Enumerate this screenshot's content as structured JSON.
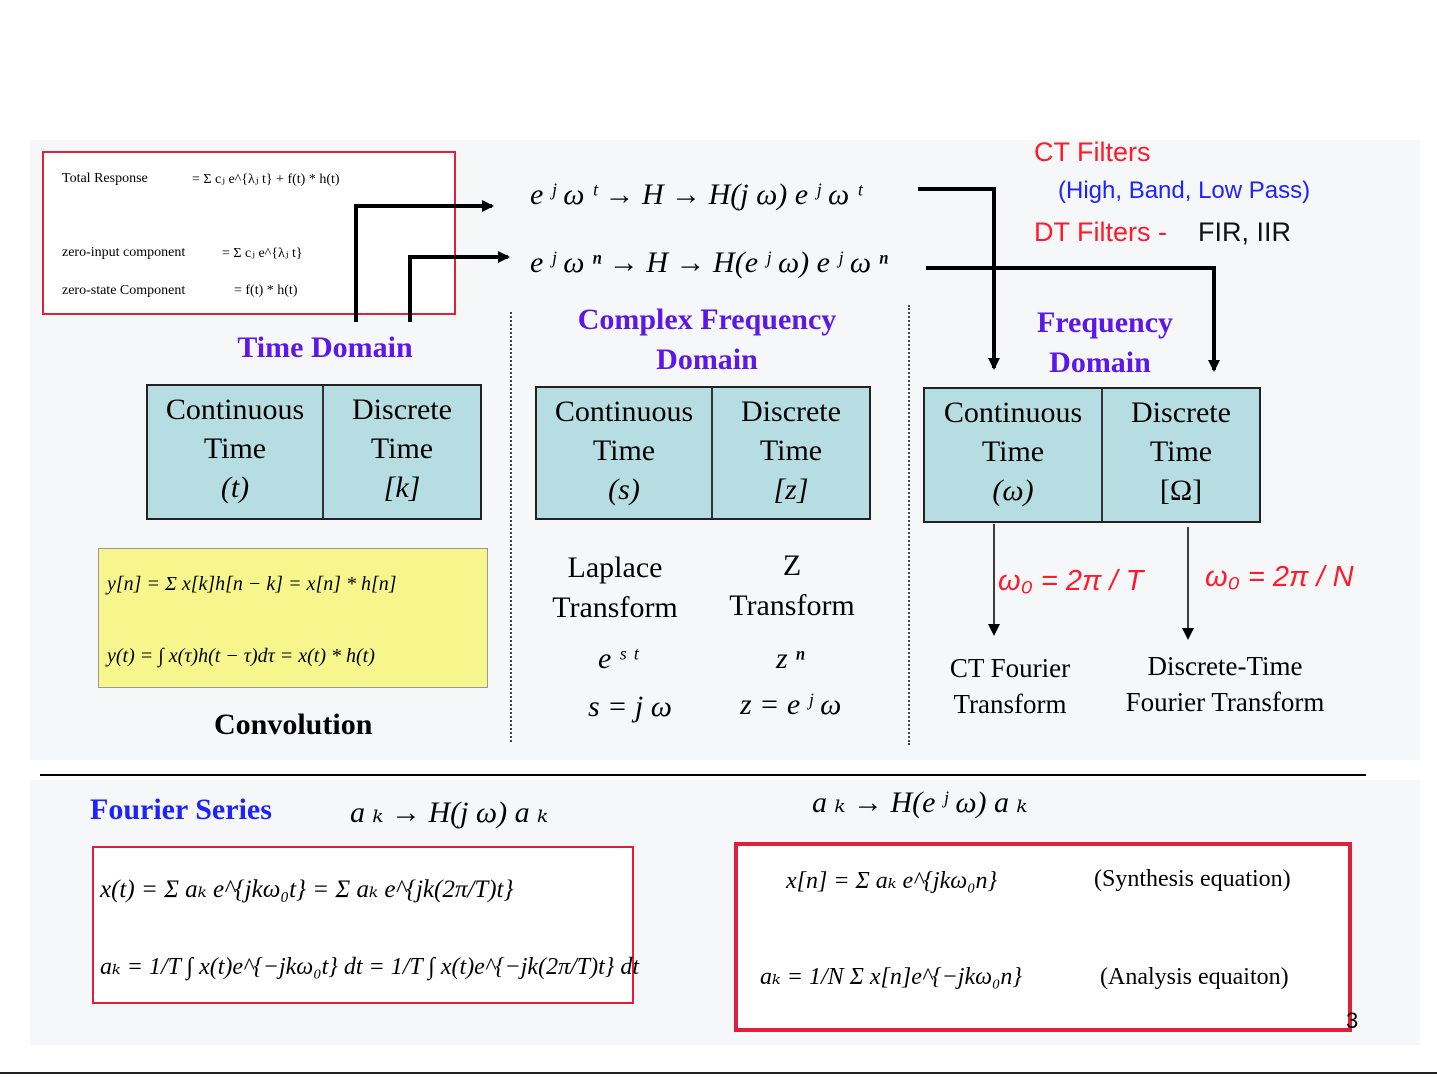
{
  "top_left_box": {
    "line1_label": "Total Response",
    "line1_eq": "=  Σ  cⱼ e^{λⱼ t}  +  f(t) * h(t)",
    "line2_label": "zero-input component",
    "line2_eq": "=  Σ  cⱼ e^{λⱼ t}",
    "line3_label": "zero-state Component",
    "line3_eq": "=  f(t) * h(t)"
  },
  "eigen": {
    "ct": "e ʲ ω ᵗ → H → H(j ω) e ʲ ω ᵗ",
    "dt": "e ʲ ω ⁿ → H → H(e ʲ ω) e ʲ ω ⁿ"
  },
  "filters": {
    "ct_label": "CT Filters",
    "ct_types": "(High, Band, Low Pass)",
    "dt_label": "DT Filters -",
    "dt_types": "FIR, IIR"
  },
  "sections": {
    "time": {
      "title": "Time Domain",
      "ct_line1": "Continuous",
      "ct_line2": "Time",
      "ct_var": "(t)",
      "dt_line1": "Discrete",
      "dt_line2": "Time",
      "dt_var": "[k]"
    },
    "complex": {
      "title_line1": "Complex Frequency",
      "title_line2": "Domain",
      "ct_line1": "Continuous",
      "ct_line2": "Time",
      "ct_var": "(s)",
      "dt_line1": "Discrete",
      "dt_line2": "Time",
      "dt_var": "[z]"
    },
    "freq": {
      "title_line1": "Frequency",
      "title_line2": "Domain",
      "ct_line1": "Continuous",
      "ct_line2": "Time",
      "ct_var": "(ω)",
      "dt_line1": "Discrete",
      "dt_line2": "Time",
      "dt_var": "[Ω]"
    }
  },
  "convolution": {
    "dt_eq": "y[n] = Σ x[k]h[n − k] = x[n] * h[n]",
    "ct_eq": "y(t) = ∫ x(τ)h(t − τ)dτ = x(t) * h(t)",
    "label": "Convolution"
  },
  "transforms": {
    "laplace_line1": "Laplace",
    "laplace_line2": "Transform",
    "laplace_kernel": "e ˢ ᵗ",
    "laplace_sub": "s = j ω",
    "z_line1": "Z",
    "z_line2": "Transform",
    "z_kernel": "z ⁿ",
    "z_sub": "z = e ʲ ω",
    "ct_omega": "ω₀ = 2π / T",
    "dt_omega": "ω₀ = 2π / N",
    "ctft_line1": "CT Fourier",
    "ctft_line2": "Transform",
    "dtft_line1": "Discrete-Time",
    "dtft_line2": "Fourier Transform"
  },
  "fourier_series": {
    "title": "Fourier Series",
    "ct_io": "a ₖ → H(j ω) a ₖ",
    "dt_io": "a ₖ → H(e ʲ ω) a ₖ",
    "ct_eq1": "x(t) = Σ aₖ e^{jkω₀t} = Σ aₖ e^{jk(2π/T)t}",
    "ct_eq2": "aₖ = 1/T ∫ x(t)e^{−jkω₀t} dt = 1/T ∫ x(t)e^{−jk(2π/T)t} dt",
    "dt_eq1": "x[n] = Σ aₖ e^{jkω₀n}",
    "dt_eq1_note": "(Synthesis equation)",
    "dt_eq2": "aₖ = 1/N Σ x[n]e^{−jkω₀n}",
    "dt_eq2_note": "(Analysis equaiton)"
  },
  "page_number": "3",
  "colors": {
    "title_purple": "#5b18e8",
    "fourier_blue": "#1d22ff",
    "filter_red": "#ff1a2b",
    "box_teal": "#b6dde2",
    "conv_yellow": "#f6f68c",
    "frame_red": "#e0203a"
  }
}
